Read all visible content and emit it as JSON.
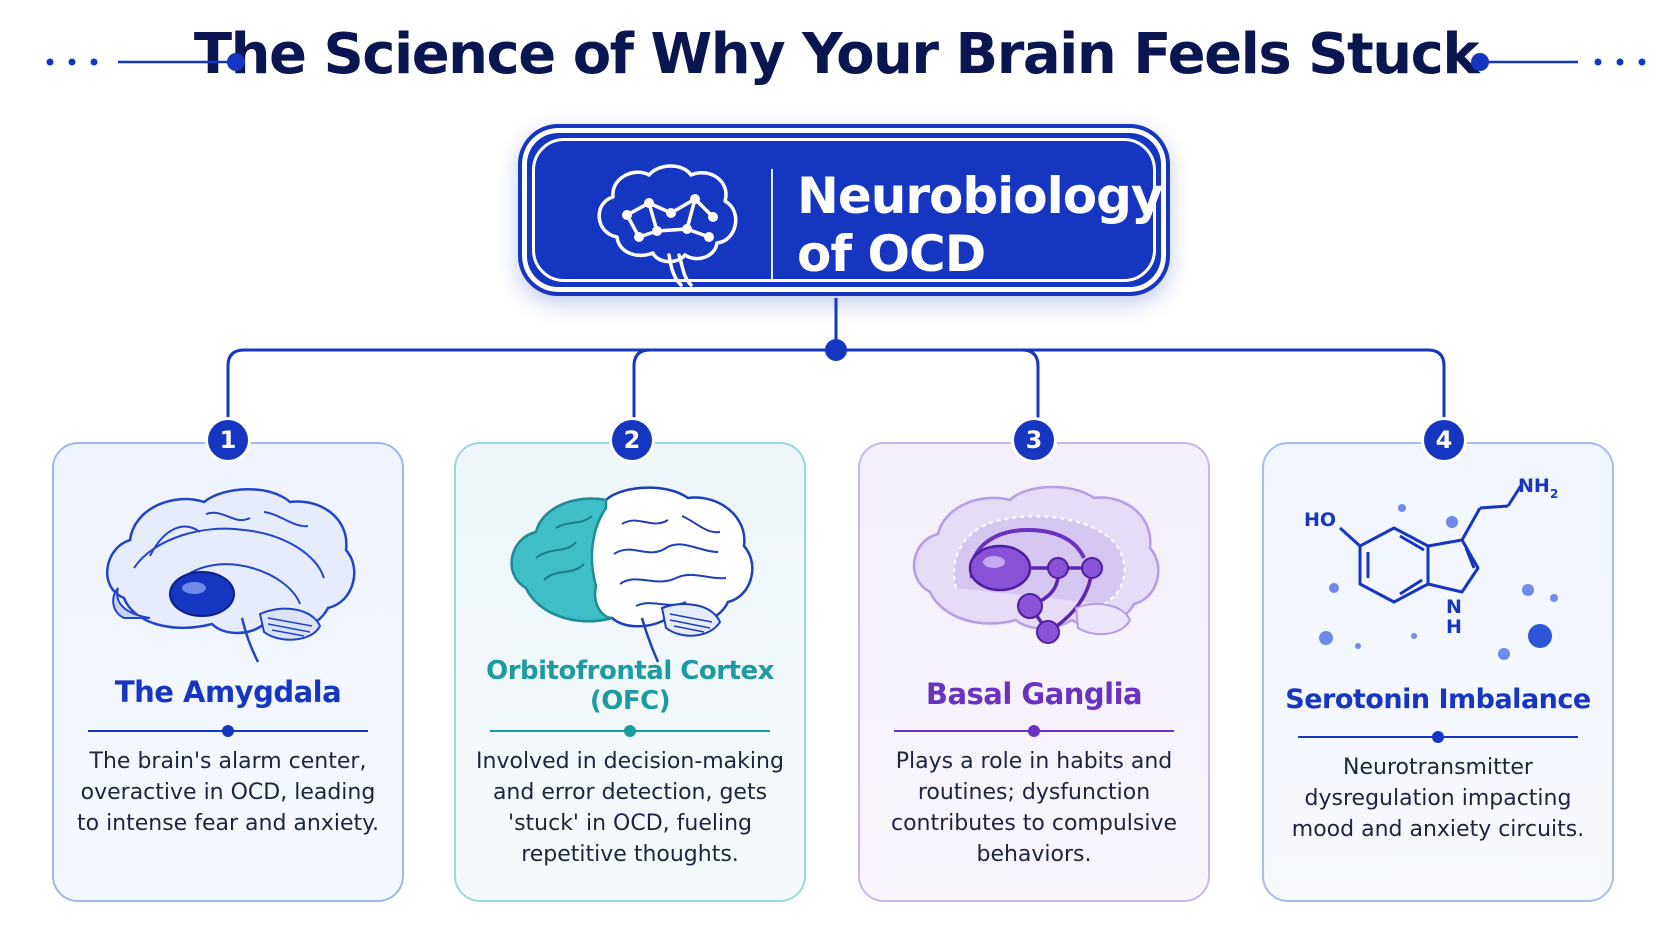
{
  "page_title": "The Science of Why Your Brain Feels Stuck",
  "hub": {
    "title_line1": "Neurobiology",
    "title_line2": "of OCD",
    "icon": "brain-network-icon"
  },
  "colors": {
    "primary": "#1636c2",
    "navy": "#0b1650",
    "teal": "#1d9aa2",
    "purple": "#6a32c0"
  },
  "cards": [
    {
      "number": "1",
      "title": "The Amygdala",
      "description_lines": [
        "The brain's alarm center,",
        "overactive in OCD, leading",
        "to intense fear and anxiety."
      ],
      "icon": "brain-amygdala-icon"
    },
    {
      "number": "2",
      "title_line1": "Orbitofrontal Cortex",
      "title_line2": "(OFC)",
      "description_lines": [
        "Involved in decision-making",
        "and error detection, gets",
        "'stuck' in OCD, fueling",
        "repetitive thoughts."
      ],
      "icon": "brain-ofc-icon"
    },
    {
      "number": "3",
      "title": "Basal Ganglia",
      "description_lines": [
        "Plays a role in habits and",
        "routines; dysfunction",
        "contributes to compulsive",
        "behaviors."
      ],
      "icon": "brain-basal-ganglia-icon"
    },
    {
      "number": "4",
      "title": "Serotonin Imbalance",
      "description_lines": [
        "Neurotransmitter",
        "dysregulation impacting",
        "mood and anxiety circuits."
      ],
      "icon": "serotonin-molecule-icon",
      "molecule_labels": {
        "ho": "HO",
        "nh2": "NH",
        "nh2_sub": "2",
        "n": "N",
        "h": "H"
      }
    }
  ]
}
